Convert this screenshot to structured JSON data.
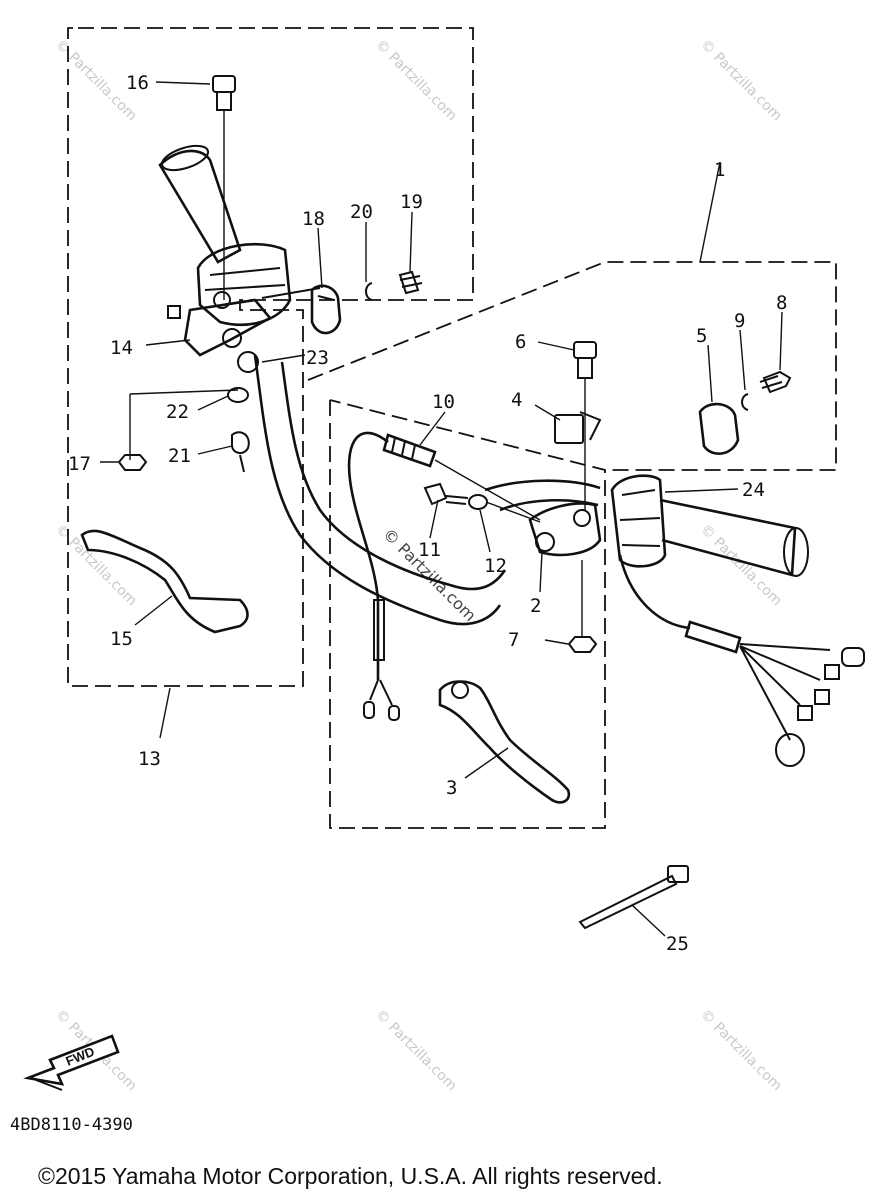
{
  "watermark": "© Partzilla.com",
  "diagram_code": "4BD8110-4390",
  "copyright": "©2015 Yamaha Motor Corporation, U.S.A. All rights reserved.",
  "fwd_label": "FWD",
  "callouts": {
    "c1": "1",
    "c2": "2",
    "c3": "3",
    "c4": "4",
    "c5": "5",
    "c6": "6",
    "c7": "7",
    "c8": "8",
    "c9": "9",
    "c10": "10",
    "c11": "11",
    "c12": "12",
    "c13": "13",
    "c14": "14",
    "c15": "15",
    "c16": "16",
    "c17": "17",
    "c18": "18",
    "c19": "19",
    "c20": "20",
    "c21": "21",
    "c22": "22",
    "c23": "23",
    "c24": "24",
    "c25": "25"
  }
}
